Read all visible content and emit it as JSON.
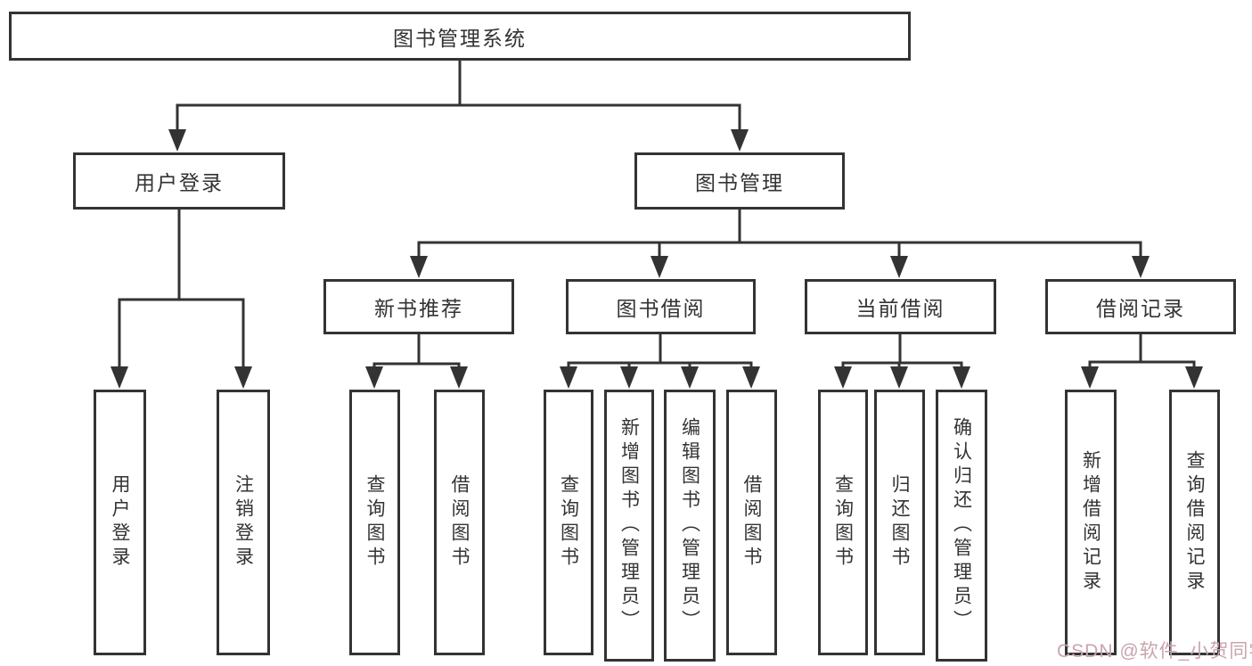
{
  "nodes": {
    "root": "图书管理系统",
    "level1": {
      "login": "用户登录",
      "manage": "图书管理"
    },
    "level2": {
      "newbook": "新书推荐",
      "borrow": "图书借阅",
      "current": "当前借阅",
      "records": "借阅记录"
    },
    "leaves": {
      "login": [
        "用户登录",
        "注销登录"
      ],
      "newbook": [
        "查询图书",
        "借阅图书"
      ],
      "borrow": [
        "查询图书",
        "新增图书（管理员）",
        "编辑图书（管理员）",
        "借阅图书"
      ],
      "current": [
        "查询图书",
        "归还图书",
        "确认归还（管理员）"
      ],
      "records": [
        "新增借阅记录",
        "查询借阅记录"
      ]
    }
  },
  "watermark": {
    "text": "CSDN @软件_小贺同学",
    "color": "#c9a4ad"
  },
  "colors": {
    "line": "#333333",
    "box_border": "#333333",
    "text": "#333333",
    "background": "#ffffff"
  }
}
